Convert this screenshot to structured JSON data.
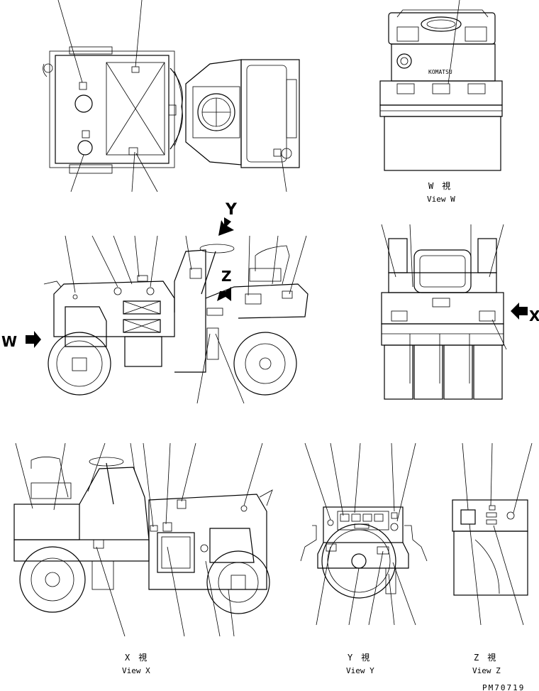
{
  "views": {
    "w": {
      "kanji": "W　視",
      "caption": "View W"
    },
    "x": {
      "kanji": "X　視",
      "caption": "View X"
    },
    "y": {
      "kanji": "Y　視",
      "caption": "View Y"
    },
    "z": {
      "kanji": "Z　視",
      "caption": "View Z"
    }
  },
  "arrows": {
    "w": "W",
    "x": "X",
    "y": "Y",
    "z": "Z"
  },
  "machine_logo": "KOMATSU",
  "drawing_number": "PM70719"
}
